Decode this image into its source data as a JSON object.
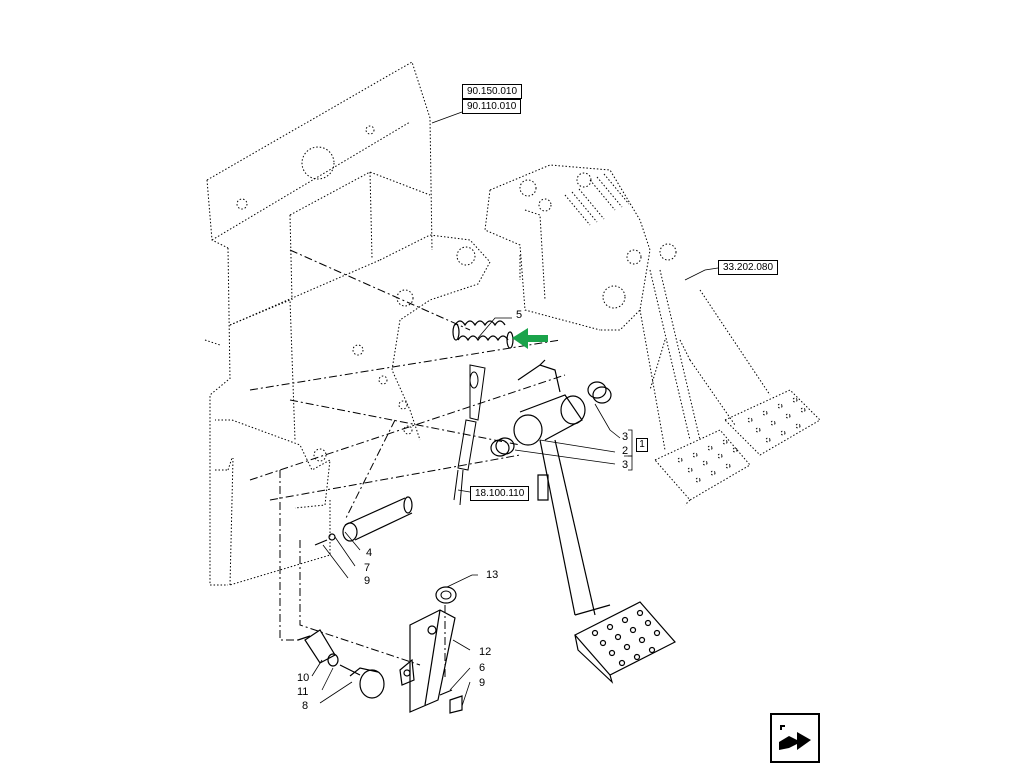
{
  "references": {
    "ref_top_1": "90.150.010",
    "ref_top_2": "90.110.010",
    "ref_right": "33.202.080",
    "ref_mid": "18.100.110"
  },
  "callouts": {
    "c5": "5",
    "c3a": "3",
    "c2": "2",
    "c3b": "3",
    "c4": "4",
    "c7": "7",
    "c9a": "9",
    "c13": "13",
    "c12": "12",
    "c6": "6",
    "c9b": "9",
    "c10": "10",
    "c11": "11",
    "c8": "8"
  },
  "group_label": "1",
  "colors": {
    "indicator_arrow": "#1aa34a",
    "line": "#000000"
  },
  "nav_icon": "next-page-arrow-icon"
}
